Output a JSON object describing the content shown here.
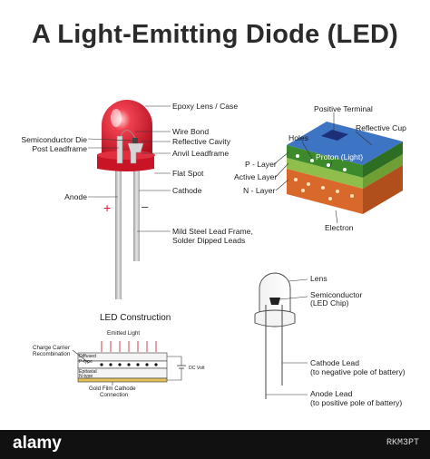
{
  "title": "A Light-Emitting Diode (LED)",
  "led_labels": {
    "epoxy_lens": "Epoxy Lens / Case",
    "wire_bond": "Wire Bond",
    "semiconductor_die": "Semiconductor Die",
    "reflective_cavity": "Reflective Cavity",
    "post_leadframe": "Post Leadframe",
    "anvil_leadframe": "Anvil Leadframe",
    "flat_spot": "Flat Spot",
    "anode": "Anode",
    "cathode": "Cathode",
    "plus": "+",
    "minus": "–",
    "lead_frame_1": "Mild Steel Lead Frame,",
    "lead_frame_2": "Solder Dipped Leads"
  },
  "chip_labels": {
    "positive_terminal": "Positive Terminal",
    "reflective_cup": "Reflective Cup",
    "holes": "Holes",
    "proton": "Proton (Light)",
    "p_layer": "P - Layer",
    "active_layer": "Active Layer",
    "n_layer": "N - Layer",
    "electron": "Electron"
  },
  "construction": {
    "heading": "LED  Construction",
    "emitted_light": "Emitted Light",
    "carrier_1": "Charge Carrier",
    "carrier_2": "Recombination",
    "diffused_1": "Diffused",
    "diffused_2": "P-type",
    "epitaxial_1": "Epitaxial",
    "epitaxial_2": "N-type",
    "gold_1": "Gold Film Cathode",
    "gold_2": "Connection",
    "dc_volt": "DC Volt"
  },
  "outline_labels": {
    "lens": "Lens",
    "semiconductor_1": "Semiconductor",
    "semiconductor_2": "(LED Chip)",
    "cathode_lead_1": "Cathode Lead",
    "cathode_lead_2": "(to negative pole of battery)",
    "anode_lead_1": "Anode Lead",
    "anode_lead_2": "(to positive pole of battery)"
  },
  "footer": {
    "logo": "alamy",
    "image_id": "RKM3PT"
  },
  "colors": {
    "lens_red": "#d9192b",
    "flange_red": "#c81424",
    "top_blue": "#3a6fc0",
    "active_green": "#4a8c2a",
    "n_orange": "#d9692a",
    "footer_bg": "#111111"
  }
}
